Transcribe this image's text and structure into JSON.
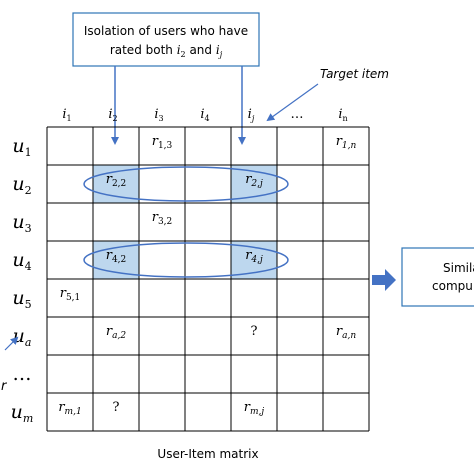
{
  "callout": {
    "line1": "Isolation of users who have",
    "line2_prefix": "rated both ",
    "line2_i2": "i",
    "line2_i2_sub": "2",
    "line2_and": " and ",
    "line2_ij": "i",
    "line2_ij_sub": "j"
  },
  "target_label": "Target item",
  "similarity_box": {
    "line1": "Simila",
    "line2": "compu"
  },
  "left_label_fragment": "r",
  "caption": "User-Item matrix",
  "columns": [
    {
      "base": "i",
      "sub": "1"
    },
    {
      "base": "i",
      "sub": "2"
    },
    {
      "base": "i",
      "sub": "3"
    },
    {
      "base": "i",
      "sub": "4"
    },
    {
      "base": "i",
      "sub": "j"
    },
    {
      "base": "…",
      "sub": ""
    },
    {
      "base": "i",
      "sub": "n"
    }
  ],
  "rows": [
    {
      "base": "u",
      "sub": "1"
    },
    {
      "base": "u",
      "sub": "2"
    },
    {
      "base": "u",
      "sub": "3"
    },
    {
      "base": "u",
      "sub": "4"
    },
    {
      "base": "u",
      "sub": "5"
    },
    {
      "base": "u",
      "sub": "a"
    },
    {
      "base": "…",
      "sub": ""
    },
    {
      "base": "u",
      "sub": "m"
    }
  ],
  "cells": [
    {
      "row": 0,
      "col": 2,
      "base": "r",
      "sub": "1,3"
    },
    {
      "row": 0,
      "col": 6,
      "base": "r",
      "sub": "1,n"
    },
    {
      "row": 1,
      "col": 1,
      "base": "r",
      "sub": "2,2"
    },
    {
      "row": 1,
      "col": 4,
      "base": "r",
      "sub": "2,j"
    },
    {
      "row": 2,
      "col": 2,
      "base": "r",
      "sub": "3,2"
    },
    {
      "row": 3,
      "col": 1,
      "base": "r",
      "sub": "4,2"
    },
    {
      "row": 3,
      "col": 4,
      "base": "r",
      "sub": "4,j"
    },
    {
      "row": 4,
      "col": 0,
      "base": "r",
      "sub": "5,1"
    },
    {
      "row": 5,
      "col": 1,
      "base": "r",
      "sub": "a,2"
    },
    {
      "row": 5,
      "col": 4,
      "base": "?",
      "sub": ""
    },
    {
      "row": 5,
      "col": 6,
      "base": "r",
      "sub": "a,n"
    },
    {
      "row": 7,
      "col": 0,
      "base": "r",
      "sub": "m,1"
    },
    {
      "row": 7,
      "col": 1,
      "base": "?",
      "sub": ""
    },
    {
      "row": 7,
      "col": 4,
      "base": "r",
      "sub": "m,j"
    }
  ],
  "highlighted_cells": [
    {
      "row": 1,
      "col": 1
    },
    {
      "row": 1,
      "col": 4
    },
    {
      "row": 3,
      "col": 1
    },
    {
      "row": 3,
      "col": 4
    }
  ],
  "colors": {
    "highlight_fill": "#bdd7ee",
    "highlight_stroke": "#5b9bd5",
    "arrow": "#4472c4",
    "grid": "#000000"
  }
}
